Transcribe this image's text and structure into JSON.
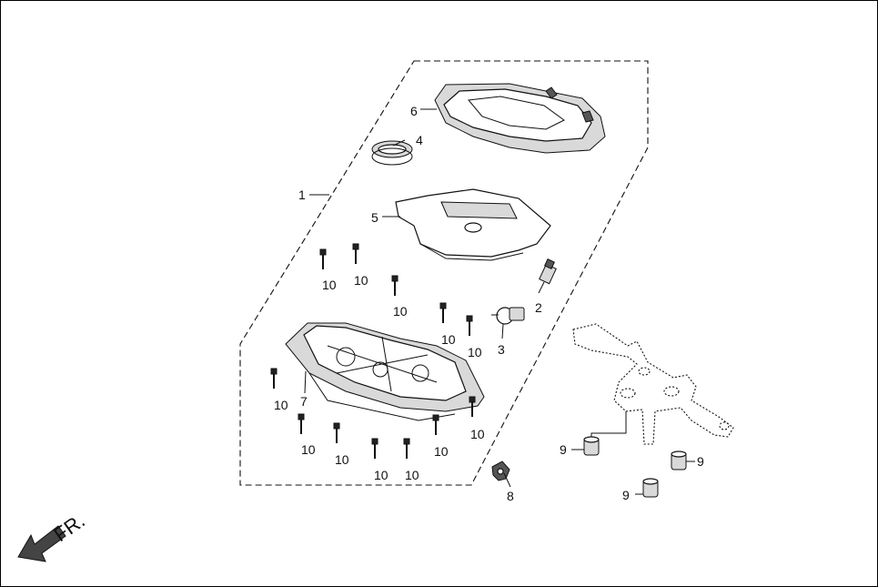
{
  "diagram": {
    "direction_label": "FR.",
    "callouts": {
      "c1": "1",
      "c2": "2",
      "c3": "3",
      "c4": "4",
      "c5": "5",
      "c6": "6",
      "c7": "7",
      "c8": "8",
      "c9a": "9",
      "c9b": "9",
      "c9c": "9",
      "c10a": "10",
      "c10b": "10",
      "c10c": "10",
      "c10d": "10",
      "c10e": "10",
      "c10f": "10",
      "c10g": "10",
      "c10h": "10",
      "c10i": "10",
      "c10j": "10",
      "c10k": "10",
      "c10l": "10"
    }
  }
}
